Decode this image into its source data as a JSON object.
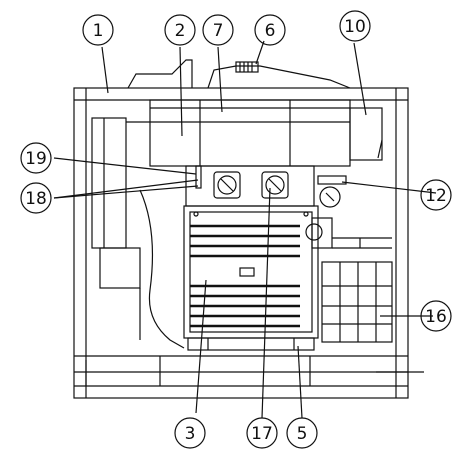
{
  "diagram": {
    "callouts": [
      {
        "id": "c1",
        "label": "1"
      },
      {
        "id": "c2",
        "label": "2"
      },
      {
        "id": "c7",
        "label": "7"
      },
      {
        "id": "c6",
        "label": "6"
      },
      {
        "id": "c10",
        "label": "10"
      },
      {
        "id": "c19",
        "label": "19"
      },
      {
        "id": "c18",
        "label": "18"
      },
      {
        "id": "c12",
        "label": "12"
      },
      {
        "id": "c16",
        "label": "16"
      },
      {
        "id": "c3",
        "label": "3"
      },
      {
        "id": "c17",
        "label": "17"
      },
      {
        "id": "c5",
        "label": "5"
      }
    ],
    "colors": {
      "line": "#111111",
      "background": "#ffffff"
    }
  }
}
